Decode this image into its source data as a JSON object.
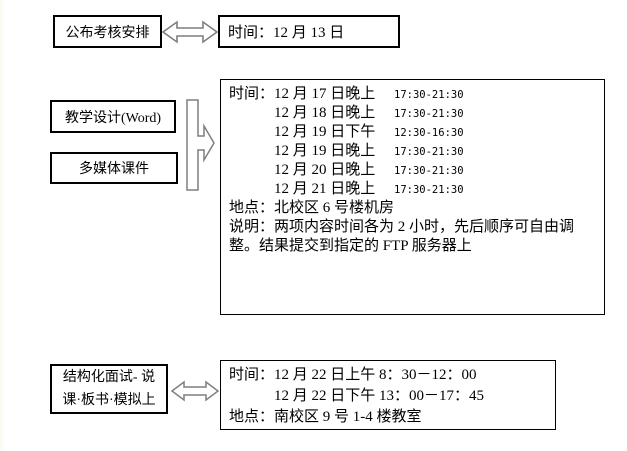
{
  "colors": {
    "background": "#ffffff",
    "text": "#000000",
    "box_border": "#000000",
    "arrow_outline": "#7f7f7f"
  },
  "top_row": {
    "left_box_label": "公布考核安排",
    "right_box_text": "时间：12 月 13 日"
  },
  "middle": {
    "task_boxes": [
      "教学设计(Word)",
      "多媒体课件"
    ],
    "detail_box": {
      "time_label": "时间：",
      "sessions": [
        {
          "date": "12 月 17 日晚上",
          "time": "17:30-21:30"
        },
        {
          "date": "12 月 18 日晚上",
          "time": "17:30-21:30"
        },
        {
          "date": "12 月 19 日下午",
          "time": "12:30-16:30"
        },
        {
          "date": "12 月 19 日晚上",
          "time": "17:30-21:30"
        },
        {
          "date": "12 月 20 日晚上",
          "time": "17:30-21:30"
        },
        {
          "date": "12 月 21 日晚上",
          "time": "17:30-21:30"
        }
      ],
      "location": "地点：北校区 6 号楼机房",
      "note": "说明：两项内容时间各为 2 小时，先后顺序可自由调整。结果提交到指定的 FTP 服务器上"
    }
  },
  "bottom_row": {
    "left_box_lines": [
      "结构化面试- 说",
      "课·板书·模拟上"
    ],
    "right_box": {
      "time_label": "时间：",
      "sessions": [
        "12 月 22 日上午 8：30－12：00",
        "12 月 22 日下午 13：00－17：45"
      ],
      "location": "地点：南校区 9 号 1-4 楼教室"
    }
  },
  "icons": {
    "double_arrow": "double-headed-arrow",
    "block_arrow": "right-block-arrow"
  }
}
